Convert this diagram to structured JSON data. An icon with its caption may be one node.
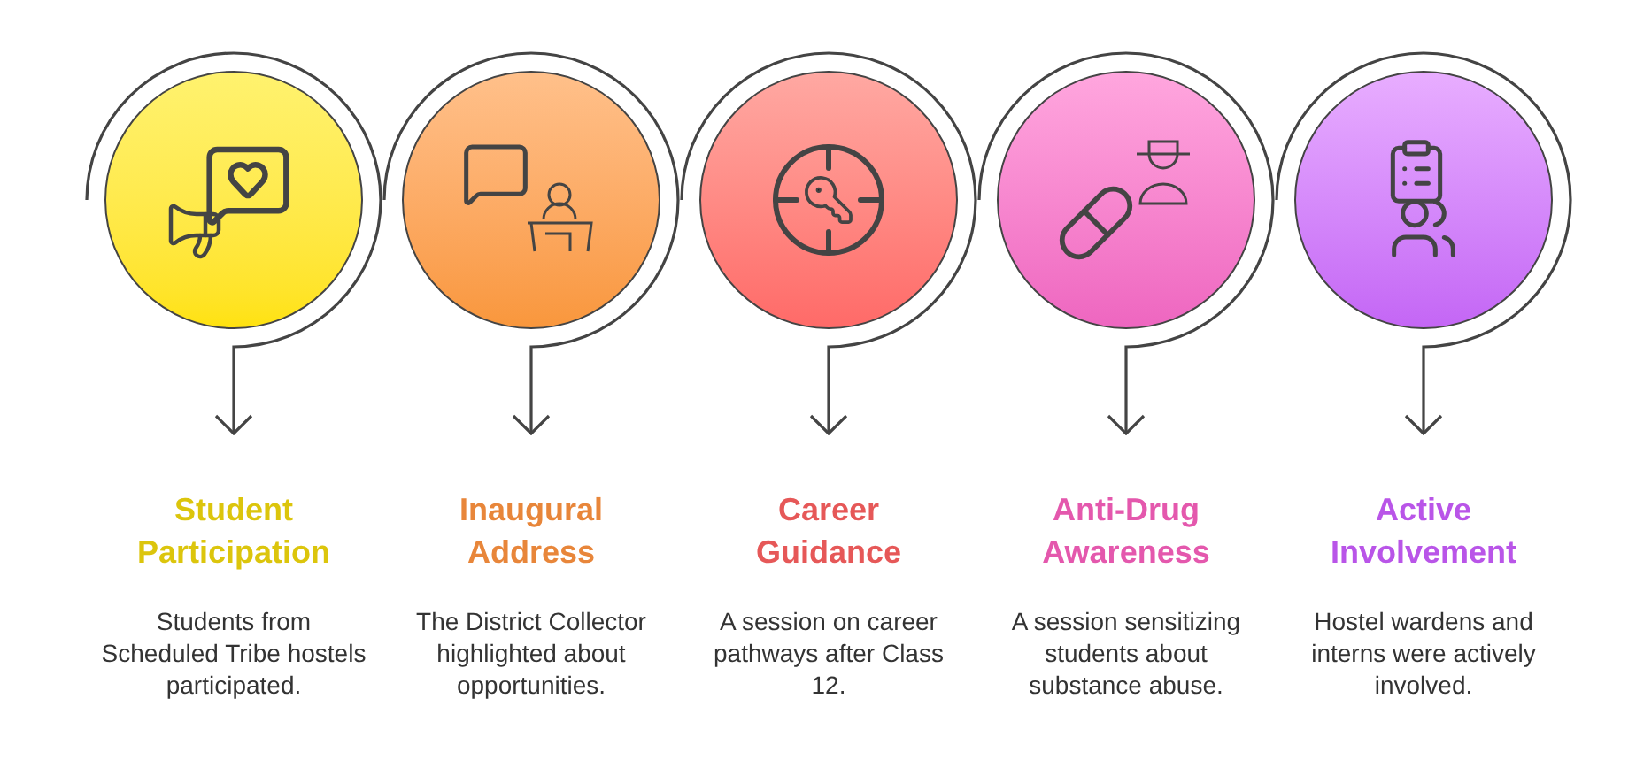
{
  "diagram": {
    "nodes": [
      {
        "text": [],
        "shape": "circle"
      },
      {
        "text": [],
        "shape": "circle"
      },
      {
        "text": [],
        "shape": "circle"
      },
      {
        "text": [],
        "shape": "circle"
      },
      {
        "text": [],
        "shape": "circle"
      },
      {
        "text": [
          "Student Participation",
          "Students from Scheduled Tribe hostels participated."
        ]
      },
      {
        "text": [
          "Inaugural Address",
          "The District Collector highlighted about opportunities."
        ]
      },
      {
        "text": [
          "Career Guidance",
          "A session on career pathways after Class 12."
        ]
      },
      {
        "text": [
          "Anti-Drug Awareness",
          "A session sensitizing students about substance abuse."
        ]
      },
      {
        "text": [
          "Active Involvement",
          "Hostel wardens and interns were actively involved."
        ]
      }
    ],
    "edges": [
      {
        "from": 0,
        "to": 5,
        "arrow": "to"
      },
      {
        "from": 1,
        "to": 6,
        "arrow": "to"
      },
      {
        "from": 2,
        "to": 7,
        "arrow": "to"
      },
      {
        "from": 3,
        "to": 8,
        "arrow": "to"
      },
      {
        "from": 4,
        "to": 9,
        "arrow": "to"
      }
    ]
  }
}
